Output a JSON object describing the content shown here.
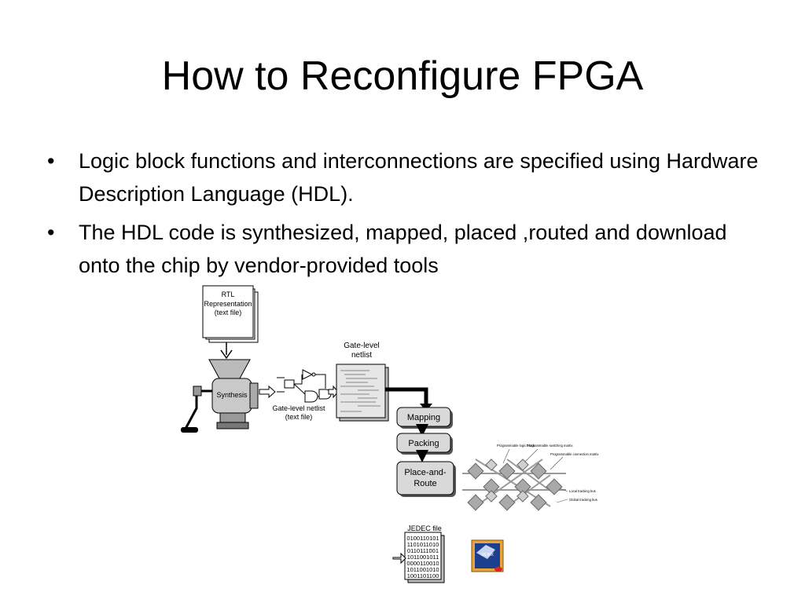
{
  "slide": {
    "title": "How to Reconfigure FPGA",
    "bullets": [
      "Logic block functions and interconnections are specified using Hardware Description Language (HDL).",
      "The HDL code is synthesized, mapped, placed ,routed and download onto the chip by vendor-provided tools"
    ]
  },
  "diagram": {
    "rtl_doc": [
      "RTL",
      "Representation",
      "(text file)"
    ],
    "synthesis_label": "Synthesis",
    "gate_netlist_caption": [
      "Gate-level netlist",
      "(text file)"
    ],
    "netlist_title": [
      "Gate-level",
      "netlist"
    ],
    "steps": [
      "Mapping",
      "Packing",
      "Place-and-",
      "Route"
    ],
    "fabric_labels": [
      "Programmable logic block",
      "Programmable switching matrix",
      "Programmable connection matrix",
      "Local tracking bus",
      "Global tracking bus"
    ],
    "jedec_title": "JEDEC file",
    "jedec_bits": [
      "0100110101",
      "1101011010",
      "0110111001",
      "1011001011",
      "0000110010",
      "1011001010",
      "1001101100"
    ],
    "chip_text": "XILINX"
  },
  "colors": {
    "step_fill": "#d9d9d9",
    "chip_blue": "#1c3f8f",
    "chip_gold": "#e8a33a"
  }
}
